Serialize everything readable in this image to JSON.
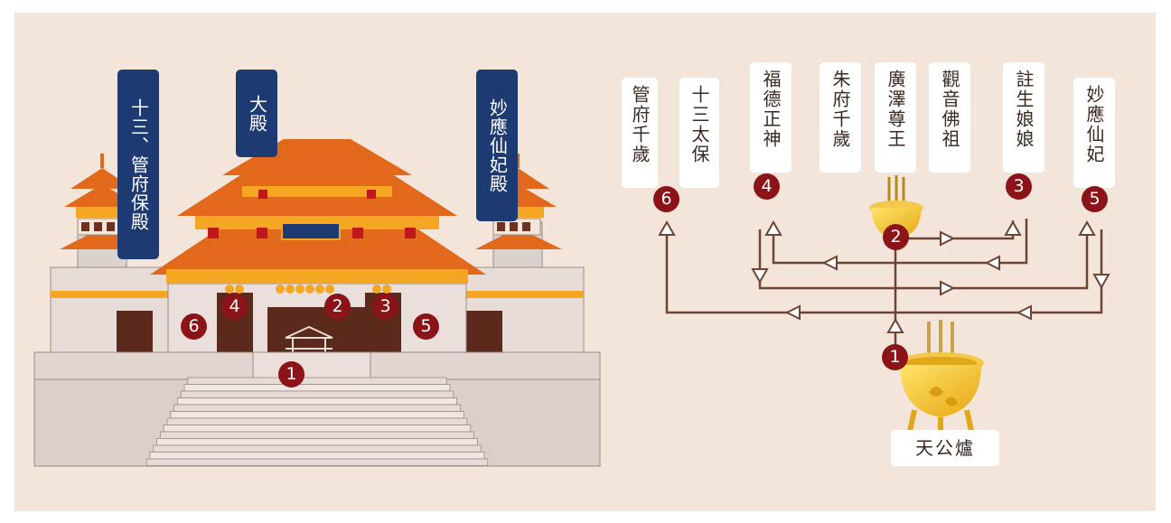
{
  "colors": {
    "background": "#f3e5da",
    "label_bg": "#1e3a73",
    "badge_bg": "#8b1419",
    "roof_orange": "#e2691b",
    "roof_yellow": "#f5a623",
    "connector": "#6e4434"
  },
  "halls": {
    "left": "十三、管府保殿",
    "center": "大殿",
    "right": "妙應仙妃殿"
  },
  "deities": [
    {
      "name": "管府千歲",
      "order": "6"
    },
    {
      "name": "十三太保",
      "order": ""
    },
    {
      "name": "福德正神",
      "order": "4"
    },
    {
      "name": "朱府千歲",
      "order": ""
    },
    {
      "name": "廣澤尊王",
      "order": "2"
    },
    {
      "name": "觀音佛祖",
      "order": ""
    },
    {
      "name": "註生娘娘",
      "order": "3"
    },
    {
      "name": "妙應仙妃",
      "order": "5"
    }
  ],
  "temple_markers": [
    "1",
    "2",
    "3",
    "4",
    "5",
    "6"
  ],
  "censer_order": "1",
  "censer_label": "天公爐"
}
